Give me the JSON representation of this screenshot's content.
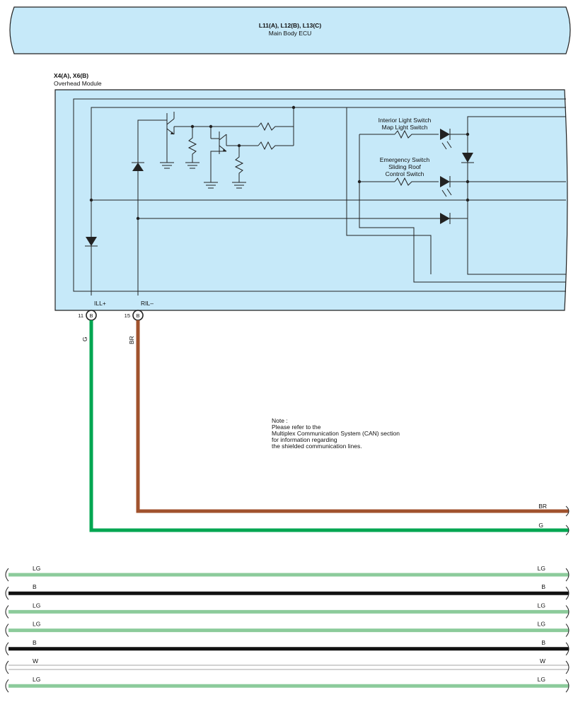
{
  "ecu": {
    "connectors": "L11(A), L12(B), L13(C)",
    "name": "Main Body ECU"
  },
  "module": {
    "connectors": "X4(A), X6(B)",
    "name": "Overhead Module",
    "switch_interior": "Interior Light Switch",
    "switch_map": "Map Light Switch",
    "switch_emergency": "Emergency Switch",
    "switch_sliding": "Sliding Roof",
    "switch_control": "Control Switch",
    "pins": [
      {
        "number": "11",
        "connector": "B",
        "signal": "ILL+",
        "wire": "G"
      },
      {
        "number": "15",
        "connector": "B",
        "signal": "RIL–",
        "wire": "BR"
      }
    ]
  },
  "note": {
    "lines": [
      "Note :",
      "Please refer to the",
      "Multiplex Communication System (CAN) section",
      "for information regarding",
      "the shielded communication lines."
    ]
  },
  "wire_labels": {
    "br_right": "BR",
    "g_right": "G"
  },
  "bottom_wires": [
    {
      "color_code": "LG",
      "color": "#8ccb9b"
    },
    {
      "color_code": "B",
      "color": "#111111"
    },
    {
      "color_code": "LG",
      "color": "#8ccb9b"
    },
    {
      "color_code": "LG",
      "color": "#8ccb9b"
    },
    {
      "color_code": "B",
      "color": "#111111"
    },
    {
      "color_code": "W",
      "color": "#ffffff"
    },
    {
      "color_code": "LG",
      "color": "#8ccb9b"
    }
  ],
  "colors": {
    "G": "#00a651",
    "BR": "#a0522d",
    "shade": "#c6e9f9"
  }
}
